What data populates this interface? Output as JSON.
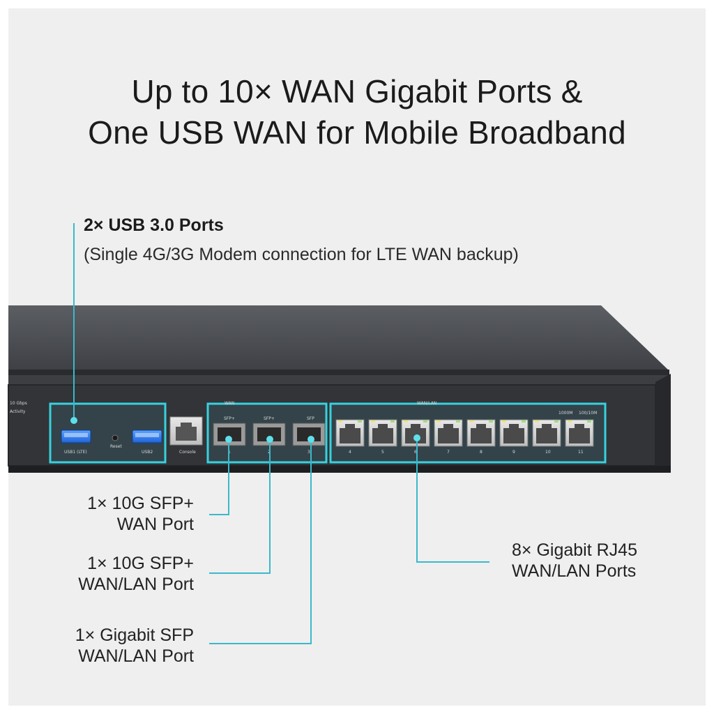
{
  "headline": {
    "line1": "Up to 10× WAN Gigabit Ports &",
    "line2": "One USB WAN for Mobile Broadband"
  },
  "usb_callout": {
    "heading": "2× USB 3.0 Ports",
    "detail": "(Single 4G/3G Modem connection for LTE WAN backup)"
  },
  "callouts": {
    "sfp_plus_wan": {
      "line1": "1× 10G SFP+",
      "line2": "WAN Port"
    },
    "sfp_plus_wanlan": {
      "line1": "1× 10G SFP+",
      "line2": "WAN/LAN Port"
    },
    "sfp_wanlan": {
      "line1": "1× Gigabit SFP",
      "line2": "WAN/LAN Port"
    },
    "rj45": {
      "line1": "8× Gigabit RJ45",
      "line2": "WAN/LAN Ports"
    }
  },
  "device_labels": {
    "usb1": "USB1 (LTE)",
    "reset": "Reset",
    "usb2": "USB2",
    "console": "Console",
    "wan_group": "WAN",
    "sfp_plus_1": "SFP+",
    "sfp_plus_2": "SFP+",
    "sfp": "SFP",
    "sfp_num_1": "1",
    "sfp_num_2": "2",
    "sfp_num_3": "3",
    "wanlan_group": "WAN/LAN",
    "speed_1000": "1000M",
    "speed_100": "100/10M",
    "gbps_led": "10 Gbps",
    "activity_led": "Activity",
    "rj45_ports": [
      "4",
      "5",
      "6",
      "7",
      "8",
      "9",
      "10",
      "11"
    ]
  },
  "colors": {
    "highlight": "#37d2de",
    "chassis": "#3a3c40",
    "background": "#efefef"
  }
}
